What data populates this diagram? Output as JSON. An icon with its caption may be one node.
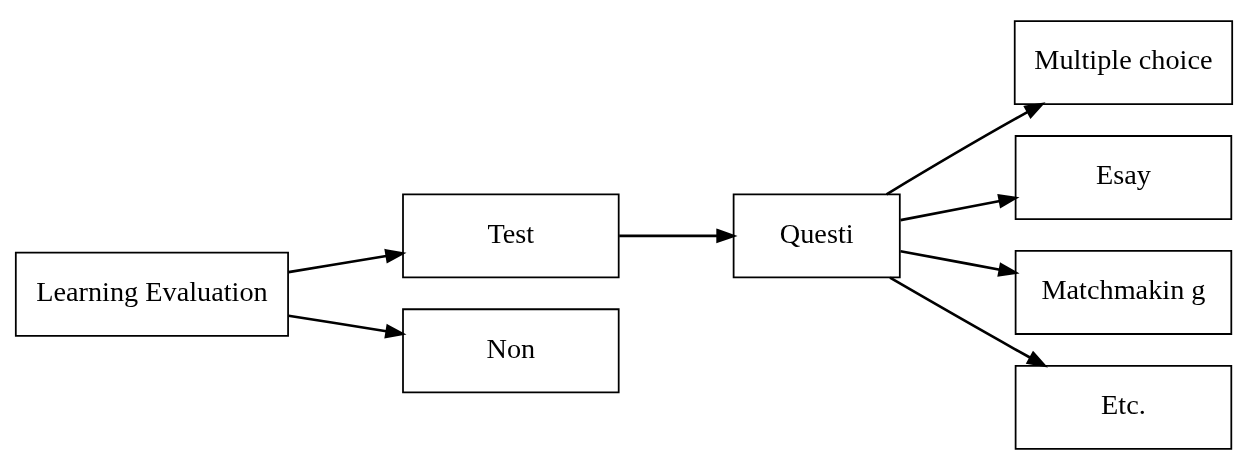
{
  "diagram": {
    "nodes": [
      {
        "text": [
          "Learning Evaluation"
        ]
      },
      {
        "text": [
          "Test"
        ]
      },
      {
        "text": [
          "Non"
        ]
      },
      {
        "text": [
          "Questi"
        ]
      },
      {
        "text": [
          "Multiple choice"
        ]
      },
      {
        "text": [
          "Esay"
        ]
      },
      {
        "text": [
          "Matchmakin g"
        ]
      },
      {
        "text": [
          "Etc."
        ]
      }
    ],
    "edges": [
      {
        "from": 0,
        "to": 1,
        "arrow": "to"
      },
      {
        "from": 0,
        "to": 2,
        "arrow": "to"
      },
      {
        "from": 1,
        "to": 3,
        "arrow": "to"
      },
      {
        "from": 3,
        "to": 4,
        "arrow": "to"
      },
      {
        "from": 3,
        "to": 5,
        "arrow": "to"
      },
      {
        "from": 3,
        "to": 6,
        "arrow": "to"
      },
      {
        "from": 3,
        "to": 7,
        "arrow": "to"
      }
    ]
  }
}
